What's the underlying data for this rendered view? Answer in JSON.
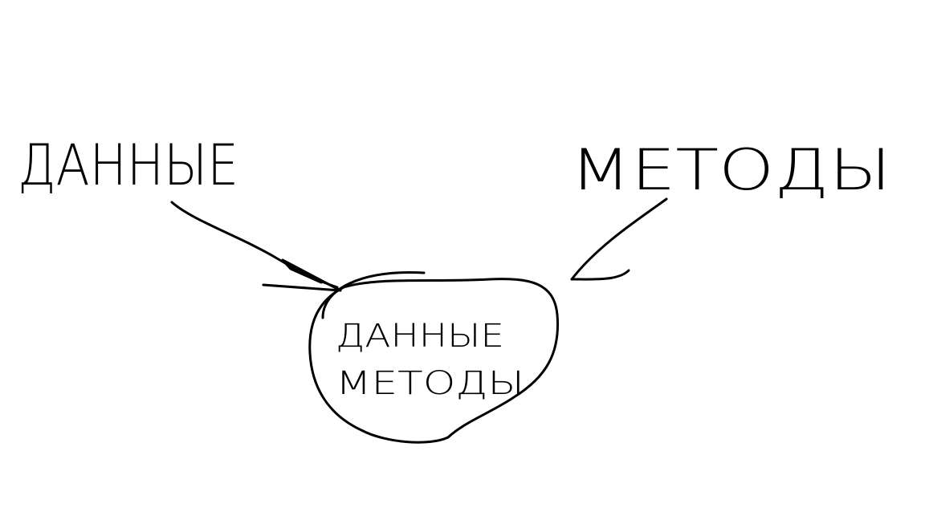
{
  "labels": {
    "left_word": "ДАННЫЕ",
    "right_word": "МЕТОДЫ",
    "inner_line_1": "ДАННЫЕ",
    "inner_line_2": "МЕТОДЫ"
  },
  "colors": {
    "ink": "#000000",
    "background": "#ffffff"
  }
}
